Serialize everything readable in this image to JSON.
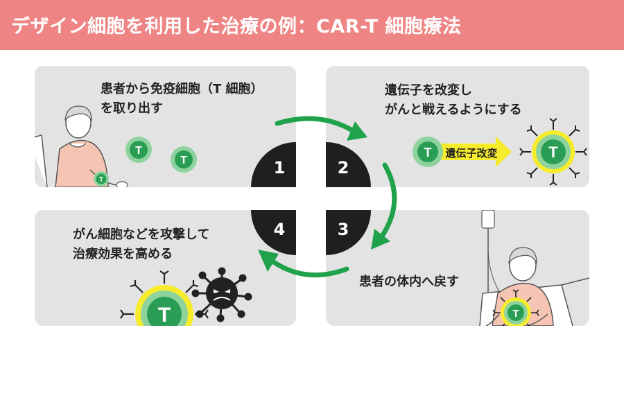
{
  "header": {
    "title": "デザイン細胞を利用した治療の例：CAR-T 細胞療法"
  },
  "steps": [
    {
      "number": "1",
      "line1": "患者から免疫細胞（T 細胞）",
      "line2": "を取り出す"
    },
    {
      "number": "2",
      "line1": "遺伝子を改変し",
      "line2": "がんと戦えるようにする",
      "arrow_label": "遺伝子改変"
    },
    {
      "number": "3",
      "line1": "患者の体内へ戻す"
    },
    {
      "number": "4",
      "line1": "がん細胞などを攻撃して",
      "line2": "治療効果を高める"
    }
  ],
  "cell_letter": "T",
  "colors": {
    "header": "#ee8483",
    "panel": "#e3e3e3",
    "cell_green": "#2a9d55",
    "cell_ring": "#8ed39d",
    "arrow_green": "#1fa24a",
    "yellow": "#f7ec2c",
    "badge": "#1f1f1f"
  }
}
